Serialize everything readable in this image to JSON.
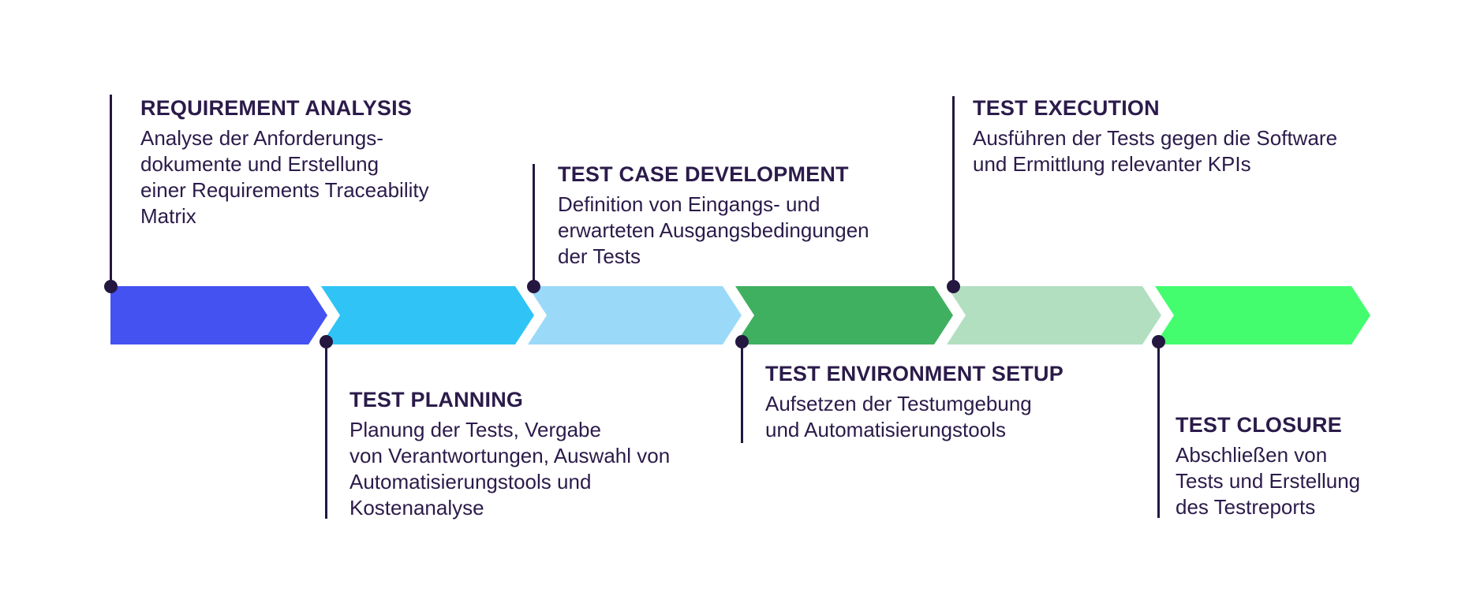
{
  "diagram": {
    "background_color": "#FFFFFF",
    "text_color": "#2B1B4A",
    "connector_color": "#241740",
    "phases": [
      {
        "title": "REQUIREMENT ANALYSIS",
        "description": "Analyse der Anforderungs-\ndokumente und Erstellung\neiner Requirements Traceability\nMatrix",
        "arrow_color": "#4452F1",
        "label_position": "above"
      },
      {
        "title": "TEST PLANNING",
        "description": "Planung der Tests, Vergabe\nvon Verantwortungen, Auswahl von\nAutomatisierungstools und\nKostenanalyse",
        "arrow_color": "#2FC4F5",
        "label_position": "below"
      },
      {
        "title": "TEST CASE DEVELOPMENT",
        "description": "Definition von Eingangs- und\nerwarteten Ausgangsbedingungen\nder Tests",
        "arrow_color": "#9BD9F9",
        "label_position": "above"
      },
      {
        "title": "TEST ENVIRONMENT SETUP",
        "description": "Aufsetzen der Testumgebung\nund Automatisierungstools",
        "arrow_color": "#3FB060",
        "label_position": "below"
      },
      {
        "title": "TEST EXECUTION",
        "description": "Ausführen der Tests gegen die Software\nund Ermittlung relevanter KPIs",
        "arrow_color": "#B3DFC1",
        "label_position": "above"
      },
      {
        "title": "TEST CLOSURE",
        "description": "Abschließen von\nTests und Erstellung\ndes Testreports",
        "arrow_color": "#44FD6F",
        "label_position": "below"
      }
    ]
  }
}
